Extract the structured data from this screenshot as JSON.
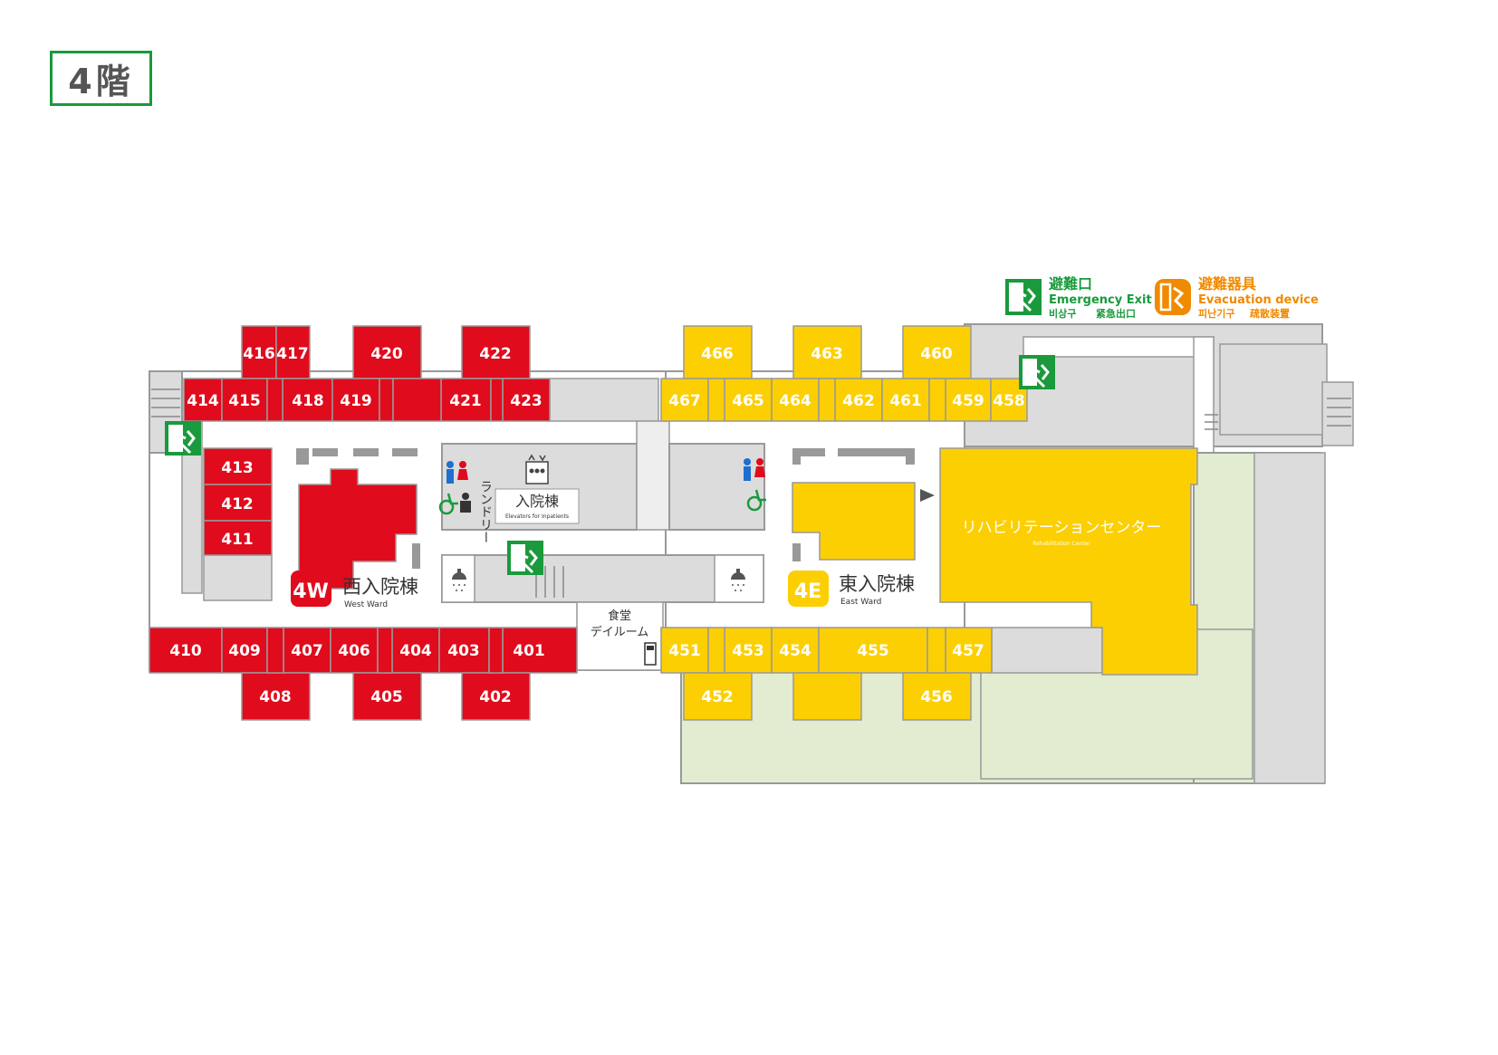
{
  "floor_title": "4階",
  "legend": {
    "exit": {
      "jp": "避難口",
      "en": "Emergency Exit",
      "kr": "비상구",
      "cn": "紧急出口",
      "color": "#1a9a3c"
    },
    "device": {
      "jp": "避難器具",
      "en": "Evacuation device",
      "kr": "피난기구",
      "cn": "疏散装置",
      "color": "#f08a00"
    }
  },
  "colors": {
    "west_ward": "#e00b1c",
    "east_ward": "#fccf03",
    "corridor": "#ffffff",
    "service": "#dcdcdc",
    "garden": "#e1ecd0",
    "outline": "#999999"
  },
  "west_ward": {
    "badge": "4W",
    "name_jp": "西入院棟",
    "name_en": "West Ward",
    "rooms": [
      "416",
      "417",
      "420",
      "422",
      "414",
      "415",
      "418",
      "419",
      "421",
      "423",
      "413",
      "412",
      "411",
      "410",
      "409",
      "407",
      "406",
      "404",
      "403",
      "401",
      "408",
      "405",
      "402"
    ]
  },
  "east_ward": {
    "badge": "4E",
    "name_jp": "東入院棟",
    "name_en": "East Ward",
    "rooms": [
      "466",
      "463",
      "460",
      "467",
      "465",
      "464",
      "462",
      "461",
      "459",
      "458",
      "451",
      "453",
      "454",
      "455",
      "457",
      "452",
      "456"
    ]
  },
  "rehab": {
    "jp": "リハビリテーションセンター",
    "en": "Rehabilitation Center"
  },
  "inpatient_elevators": {
    "jp": "入院棟",
    "en": "Elevators for Inpatients"
  },
  "laundry": "ランドリー",
  "dining": {
    "line1": "食堂",
    "line2": "デイルーム"
  },
  "icons": [
    "emergency-exit-icon",
    "evacuation-device-icon",
    "restroom-icon",
    "wheelchair-icon",
    "elevator-icon",
    "shower-icon",
    "phone-icon",
    "stairs-icon"
  ]
}
